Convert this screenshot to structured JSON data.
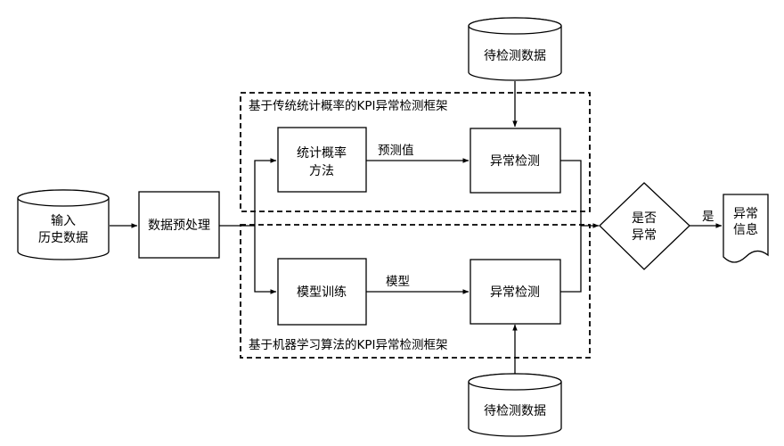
{
  "diagram": {
    "frames": {
      "statistical": {
        "title": "基于传统统计概率的KPI异常检测框架"
      },
      "ml": {
        "title": "基于机器学习算法的KPI异常检测框架"
      }
    },
    "nodes": {
      "input": {
        "lines": [
          "输入",
          "历史数据"
        ]
      },
      "preprocess": {
        "lines": [
          "数据预处理"
        ]
      },
      "stat_method": {
        "lines": [
          "统计概率",
          "方法"
        ]
      },
      "detect_top": {
        "lines": [
          "异常检测"
        ]
      },
      "data_top": {
        "lines": [
          "待检测数据"
        ]
      },
      "train": {
        "lines": [
          "模型训练"
        ]
      },
      "detect_bottom": {
        "lines": [
          "异常检测"
        ]
      },
      "data_bottom": {
        "lines": [
          "待检测数据"
        ]
      },
      "decision": {
        "lines": [
          "是否",
          "异常"
        ]
      },
      "output": {
        "lines": [
          "异常",
          "信息"
        ]
      }
    },
    "edges": {
      "predicted": {
        "label": "预测值"
      },
      "model": {
        "label": "模型"
      },
      "yes": {
        "label": "是"
      }
    }
  }
}
